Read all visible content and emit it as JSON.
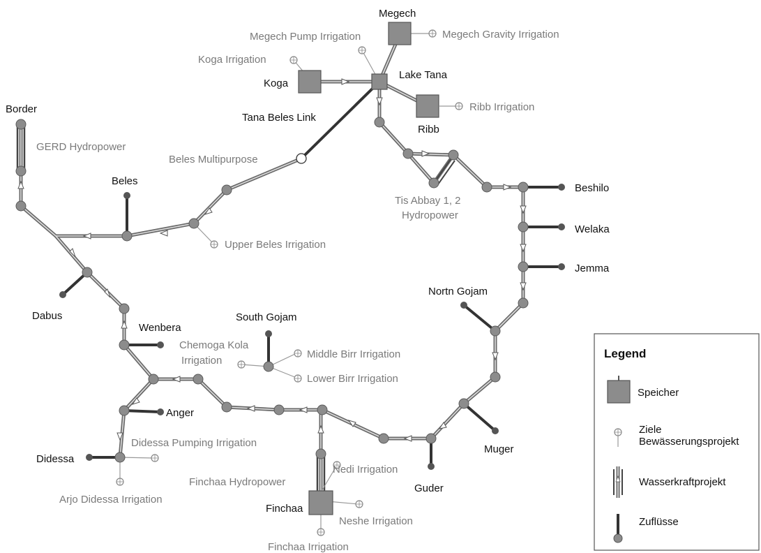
{
  "colors": {
    "node": "#8c8c8c",
    "node_stroke": "#5a5a5a",
    "link": "#6a6a6a",
    "tributary": "#333333",
    "label_black": "#111111",
    "label_gray": "#7a7a7a"
  },
  "labels": {
    "megech": "Megech",
    "megech_pump": "Megech Pump Irrigation",
    "megech_gravity": "Megech Gravity Irrigation",
    "koga_irr": "Koga Irrigation",
    "koga": "Koga",
    "lake_tana": "Lake Tana",
    "ribb_irr": "Ribb Irrigation",
    "ribb": "Ribb",
    "tana_beles": "Tana Beles Link",
    "border": "Border",
    "gerd": "GERD Hydropower",
    "beles_multi": "Beles Multipurpose",
    "beles": "Beles",
    "tis_abbay_1": "Tis Abbay 1, 2",
    "tis_abbay_2": "Hydropower",
    "beshilo": "Beshilo",
    "welaka": "Welaka",
    "jemma": "Jemma",
    "upper_beles": "Upper Beles Irrigation",
    "dabus": "Dabus",
    "nortn_gojam": "Nortn Gojam",
    "wenbera": "Wenbera",
    "south_gojam": "South Gojam",
    "chemoga_1": "Chemoga Kola",
    "chemoga_2": "Irrigation",
    "middle_birr": "Middle Birr Irrigation",
    "lower_birr": "Lower Birr Irrigation",
    "anger": "Anger",
    "didessa_pump": "Didessa Pumping Irrigation",
    "didessa": "Didessa",
    "arjo": "Arjo Didessa Irrigation",
    "nedi": "Nedi Irrigation",
    "finchaa_hydro": "Finchaa Hydropower",
    "finchaa": "Finchaa",
    "neshe": "Neshe Irrigation",
    "finchaa_irr": "Finchaa Irrigation",
    "guder": "Guder",
    "muger": "Muger"
  },
  "legend": {
    "title": "Legend",
    "reservoir": "Speicher",
    "demand_1": "Ziele",
    "demand_2": "Bewässerungsprojekt",
    "hydropower": "Wasserkraftprojekt",
    "tributary": "Zuflüsse"
  }
}
